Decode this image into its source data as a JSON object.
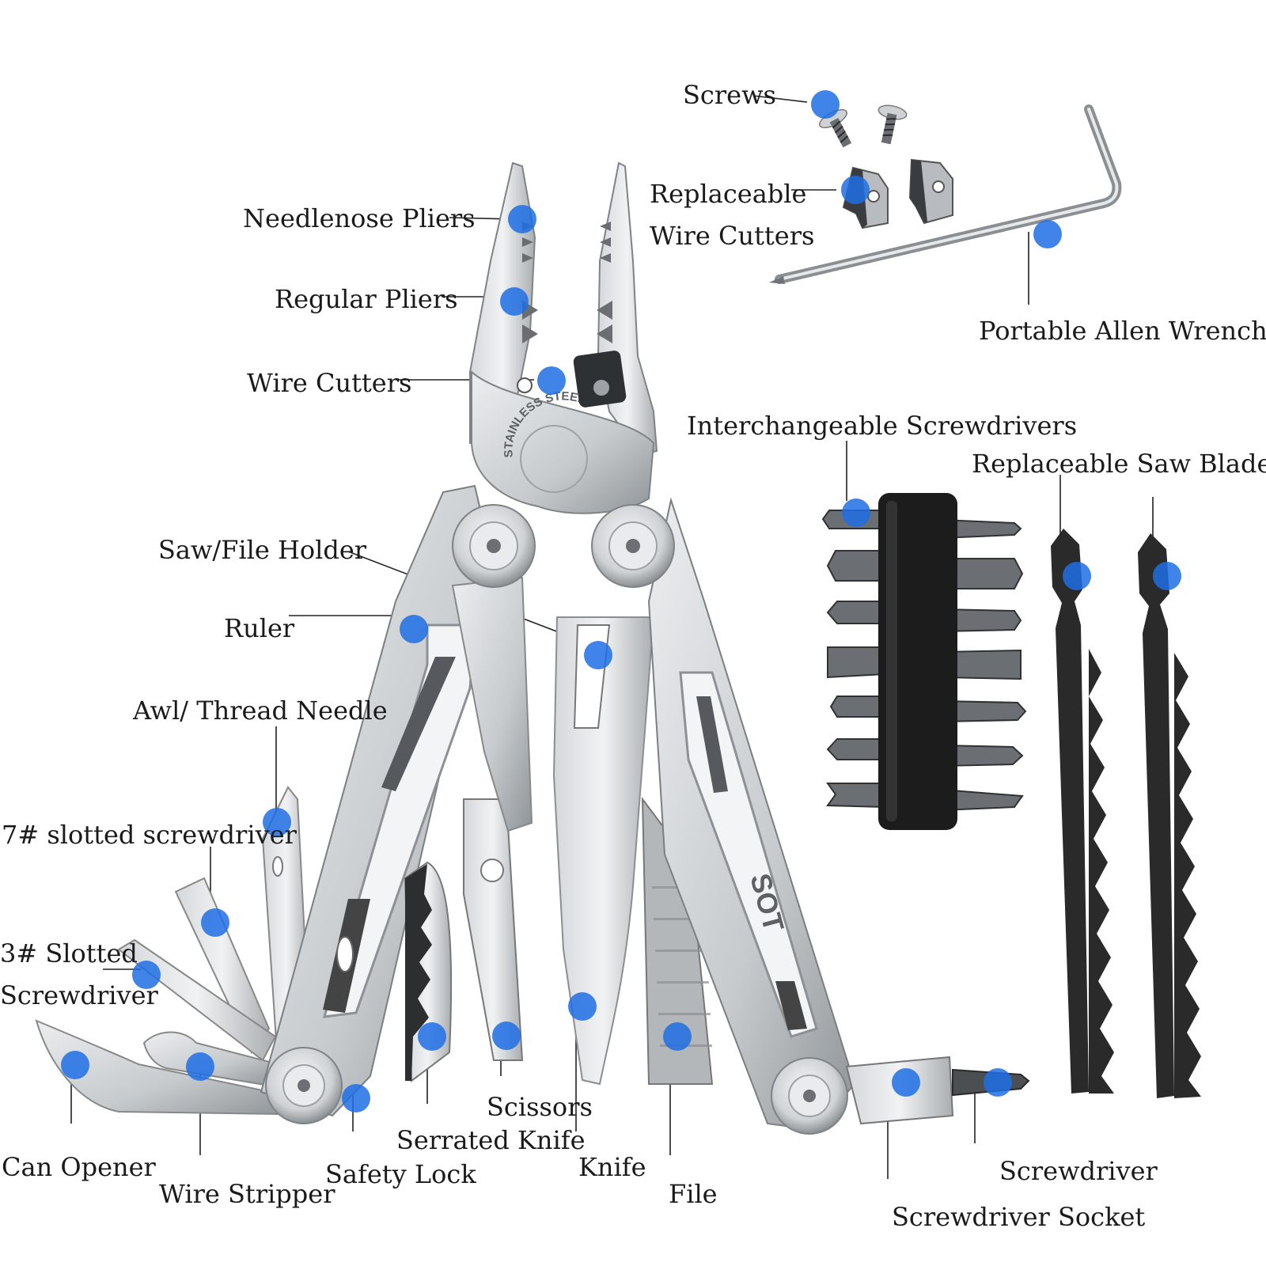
{
  "colors": {
    "marker": "#1f6fe5",
    "steel_light": "#e4e6e8",
    "steel_mid": "#b9bdc1",
    "steel_dark": "#7e8387",
    "black_part": "#1c1c1c",
    "text": "#1a1a1a"
  },
  "labels": {
    "screws": "Screws",
    "replaceable_wire_cutters_1": "Replaceable",
    "replaceable_wire_cutters_2": "Wire Cutters",
    "portable_allen_wrench": "Portable Allen Wrench",
    "needlenose_pliers": "Needlenose Pliers",
    "regular_pliers": "Regular Pliers",
    "wire_cutters": "Wire Cutters",
    "interchangeable_screwdrivers": "Interchangeable Screwdrivers",
    "replaceable_saw_blades": "Replaceable Saw Blades",
    "saw_file_holder": "Saw/File Holder",
    "ruler": "Ruler",
    "awl_thread_needle": "Awl/ Thread Needle",
    "slotted_7": "7# slotted screwdriver",
    "slotted_3_1": "3# Slotted",
    "slotted_3_2": "Screwdriver",
    "can_opener": "Can Opener",
    "wire_stripper": "Wire Stripper",
    "safety_lock": "Safety Lock",
    "serrated_knife": "Serrated Knife",
    "scissors": "Scissors",
    "knife": "Knife",
    "file": "File",
    "screwdriver": "Screwdriver",
    "screwdriver_socket": "Screwdriver Socket",
    "head_engraving": "STAINLESS STEEL",
    "brand_mark": "SOT"
  }
}
